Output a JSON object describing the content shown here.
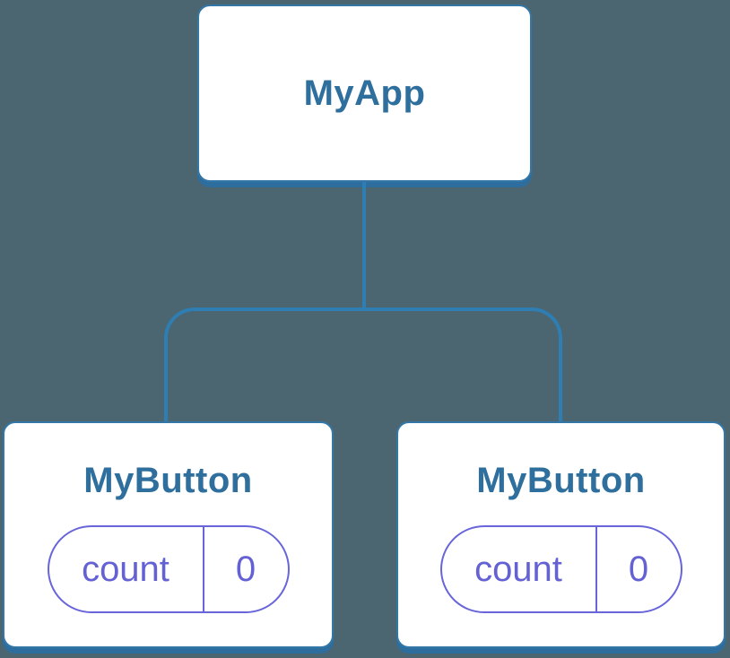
{
  "tree": {
    "root": {
      "label": "MyApp"
    },
    "children": [
      {
        "label": "MyButton",
        "state": {
          "key": "count",
          "value": "0"
        }
      },
      {
        "label": "MyButton",
        "state": {
          "key": "count",
          "value": "0"
        }
      }
    ]
  },
  "colors": {
    "bg": "#4b6671",
    "line": "#2e7eb3",
    "node_bg": "#ffffff",
    "node_border": "#3277a7",
    "node_shadow": "#2d6e9f",
    "title_text": "#2e6f9e",
    "state_border": "#6765d9",
    "state_text": "#6461d5"
  }
}
